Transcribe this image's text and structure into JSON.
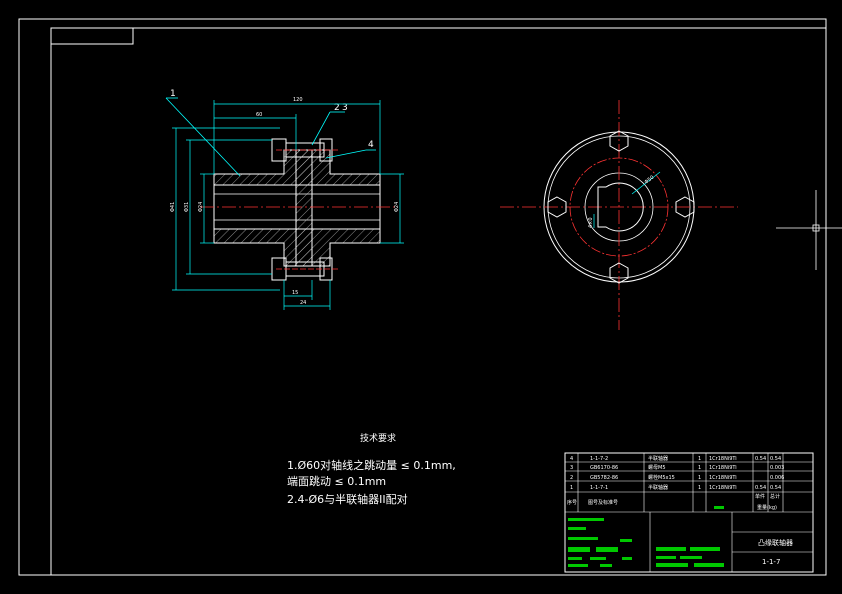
{
  "part_labels": {
    "l1": "1",
    "l2": "2",
    "l3": "3",
    "l4": "4"
  },
  "dimensions": {
    "top_overall": "120",
    "top_inner": "60",
    "left_a": "Φ41",
    "left_b": "Φ31",
    "left_c": "Φ24",
    "right_bore": "Φ24",
    "bottom_a": "15",
    "bottom_b": "24",
    "pcd": "Φ50",
    "key": "4×0"
  },
  "tech_req": {
    "title": "技术要求",
    "line1": "1.Ø60对轴线之跳动量 ≤ 0.1mm,",
    "line2": "端面跳动 ≤ 0.1mm",
    "line3": "2.4-Ø6与半联轴器II配对"
  },
  "bom": {
    "rows": [
      {
        "seq": "4",
        "code": "1-1-7-2",
        "name": "半联轴器",
        "qty": "1",
        "material": "1Cr18Ni9Ti",
        "w1": "0.54",
        "w2": "0.54"
      },
      {
        "seq": "3",
        "code": "GB6170-86",
        "name": "螺母M5",
        "qty": "1",
        "material": "1Cr18Ni9Ti",
        "w1": "",
        "w2": "0.003"
      },
      {
        "seq": "2",
        "code": "GB5782-86",
        "name": "螺栓M5x15",
        "qty": "1",
        "material": "1Cr18Ni9Ti",
        "w1": "",
        "w2": "0.006"
      },
      {
        "seq": "1",
        "code": "1-1-7-1",
        "name": "半联轴器",
        "qty": "1",
        "material": "1Cr18Ni9Ti",
        "w1": "0.54",
        "w2": "0.54"
      }
    ],
    "header": {
      "seq": "序号",
      "code": "图号及标准号",
      "w1": "单件",
      "w2": "总计",
      "weight": "重量(kg)"
    }
  },
  "title_block": {
    "name": "凸缘联轴器",
    "drawing_no": "1-1-7"
  }
}
